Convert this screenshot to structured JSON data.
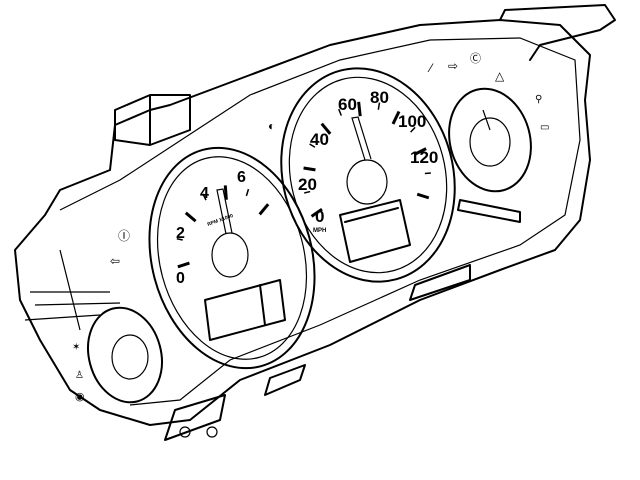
{
  "diagram": {
    "speedometer": {
      "labels": [
        "0",
        "20",
        "40",
        "60",
        "80",
        "100",
        "120"
      ],
      "unit": "MPH"
    },
    "tachometer": {
      "labels": [
        "0",
        "2",
        "4",
        "6"
      ],
      "unit": "RPM X1000"
    },
    "colors": {
      "line": "#000000",
      "background": "#ffffff"
    }
  }
}
